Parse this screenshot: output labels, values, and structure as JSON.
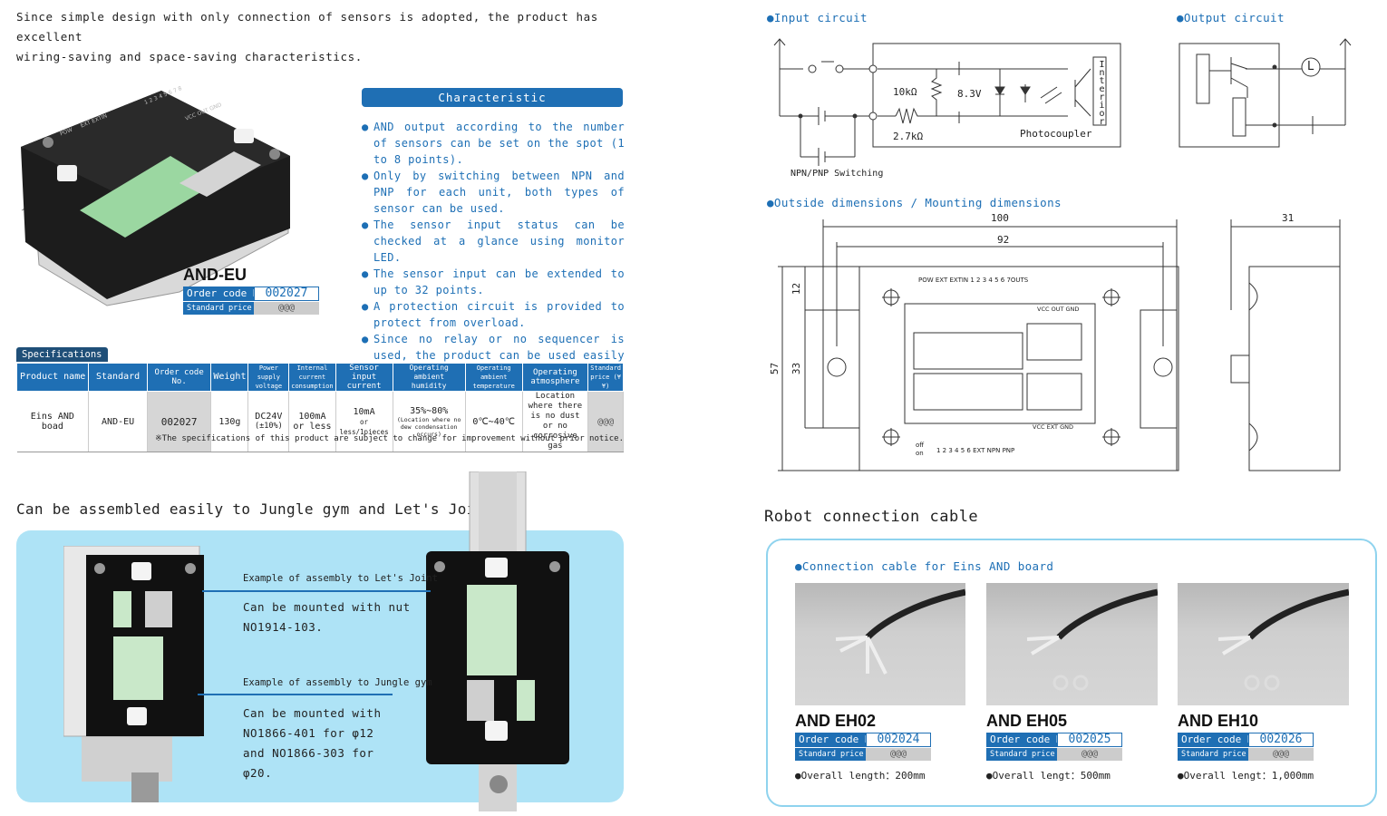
{
  "intro": {
    "line1": "Since simple design with only connection of sensors is adopted, the product has excellent",
    "line2": "wiring-saving and space-saving characteristics."
  },
  "characteristic": {
    "title": "Characteristic",
    "items": [
      "AND output according to the number of sensors can be set on the spot (1 to 8 points).",
      "Only by switching between NPN and PNP for each unit, both types of sensor can be used.",
      "The sensor input status can be checked at a glance using monitor LED.",
      "The sensor input can be extended to up to 32 points.",
      "A protection circuit is provided to protect from overload.",
      "Since no relay or no sequencer is used, the product can be used easily by anyone."
    ]
  },
  "product": {
    "model": "AND-EU",
    "order_label": "Order code No.",
    "order_code": "002027",
    "price_label": "Standard price (¥¥)",
    "price_value": "@@@"
  },
  "board_silk": {
    "pow": "POW",
    "ext_extin": "EXT EXTIN",
    "numbers": "1 2 3 4 5 6 7 8",
    "vcc_out_gnd": "VCC OUT GND"
  },
  "specifications": {
    "tab": "Specifications",
    "headers": [
      "Product name",
      "Standard",
      "Order code No.",
      "Weight",
      "Power supply voltage",
      "Internal current consumption",
      "Sensor input current",
      "Operating ambient humidity",
      "Operating ambient temperature",
      "Operating atmosphere",
      "Standard price (¥¥)"
    ],
    "row": {
      "name": "Eins AND boad",
      "standard": "AND-EU",
      "code": "002027",
      "weight": "130g",
      "voltage": "DC24V",
      "voltage_sub": "(±10%)",
      "current": "100mA",
      "current_sub": "or less",
      "input": "10mA",
      "input_sub": "or less/1pieces",
      "humidity": "35%∼80%",
      "humidity_sub": "(Location where no dew condensation occurs)",
      "temperature": "0℃∼40℃",
      "atmosphere": "Location where there is no dust or no corrosive gas",
      "price": "@@@"
    },
    "note": "※The specifications of this product are subject to change for improvement without prior notice."
  },
  "assembly": {
    "title": "Can be assembled easily to Jungle gym and Let's Joint.",
    "lets_label": "Example of assembly to Let's Joint",
    "lets_text1": "Can be mounted with nut",
    "lets_text2": "NO1914-103.",
    "jungle_label": "Example of assembly to Jungle gym",
    "jungle_text1": "Can be mounted with",
    "jungle_text2": "NO1866-401 for φ12",
    "jungle_text3": "and NO1866-303 for",
    "jungle_text4": "φ20."
  },
  "input_circuit": {
    "title": "●Input circuit",
    "r1": "10kΩ",
    "v": "8.3V",
    "r2": "2.7kΩ",
    "photo": "Photocoupler",
    "switching": "NPN/PNP Switching",
    "interior": "Interior"
  },
  "output_circuit": {
    "title": "●Output circuit",
    "load": "L"
  },
  "dimensions": {
    "title": "●Outside dimensions / Mounting dimensions",
    "w100": "100",
    "w92": "92",
    "w31": "31",
    "h57": "57",
    "h33": "33",
    "h12": "12",
    "top_labels": "POW  EXT EXTIN  1 2 3 4 5 6 7OUTS",
    "vcc_out_gnd": "VCC OUT GND",
    "vcc_ext_gnd": "VCC EXT GND",
    "bottom_labels": "1 2 3 4 5 6 EXT NPN PNP",
    "off_on": "off on"
  },
  "robot": {
    "title": "Robot connection cable",
    "subtitle": "●Connection cable for Eins AND board",
    "cables": [
      {
        "name": "AND EH02",
        "order_label": "Order code No.",
        "code": "002024",
        "price_label": "Standard price (¥¥)",
        "price": "@@@",
        "length": "●Overall length：200mm"
      },
      {
        "name": "AND EH05",
        "order_label": "Order code No.",
        "code": "002025",
        "price_label": "Standard price (¥¥)",
        "price": "@@@",
        "length": "●Overall lengt：500mm"
      },
      {
        "name": "AND EH10",
        "order_label": "Order code No.",
        "code": "002026",
        "price_label": "Standard price (¥¥)",
        "price": "@@@",
        "length": "●Overall lengt：1,000mm"
      }
    ]
  },
  "colors": {
    "accent_blue": "#1f6fb4",
    "light_blue_panel": "#aee3f6",
    "border_blue": "#8fd3ee"
  }
}
